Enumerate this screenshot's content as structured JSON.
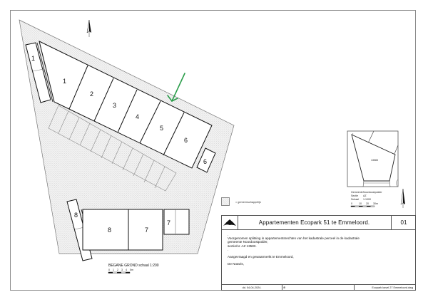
{
  "drawing": {
    "north_arrow": "north-arrow",
    "annotation_arrow_color": "#2a9d4a",
    "units": {
      "apartments": [
        {
          "label": "1"
        },
        {
          "label": "2"
        },
        {
          "label": "3"
        },
        {
          "label": "4"
        },
        {
          "label": "5"
        },
        {
          "label": "6"
        }
      ],
      "storages": [
        {
          "label": "1"
        },
        {
          "label": "6"
        },
        {
          "label": "8"
        },
        {
          "label": "7"
        }
      ],
      "ground_units": [
        {
          "label": "8"
        },
        {
          "label": "7"
        }
      ]
    },
    "plan_caption": "BEGANE GROND schaal 1:200",
    "plan_scale_ticks": [
      "0",
      "1",
      "2",
      "3",
      "4",
      "5m"
    ]
  },
  "legend": {
    "text": "= gemeenschappelijk"
  },
  "cadastral_inset": {
    "parcel_number": "13583",
    "gemeente_label": "Gemeente",
    "gemeente_value": "Noordoostpolder",
    "sectie_label": "Sectie",
    "sectie_value": "AZ",
    "schaal_label": "Schaal",
    "schaal_value": "1:1000",
    "scale_ticks": [
      "0",
      "10",
      "20",
      "30m"
    ]
  },
  "title_block": {
    "title": "Appartementen Ecopark 51 te Emmeloord.",
    "sheet_number": "01",
    "body": [
      "Voorgenomen splitsing in appartementsrechten van het kadastrale perceel in de kadastrale",
      "gemeente  Noordoostpolder,",
      "sectie/nr.  AZ  13583."
    ],
    "approval_text": "Aangevraagd en gewaarmerkt te Emmeloord,",
    "notary_text": "De Notaris,",
    "footer": {
      "date": "dd. 04-04-2024.",
      "symbol": "⊕",
      "filename": "Ecopark kavel 27 Emmeloord.dwg"
    }
  }
}
